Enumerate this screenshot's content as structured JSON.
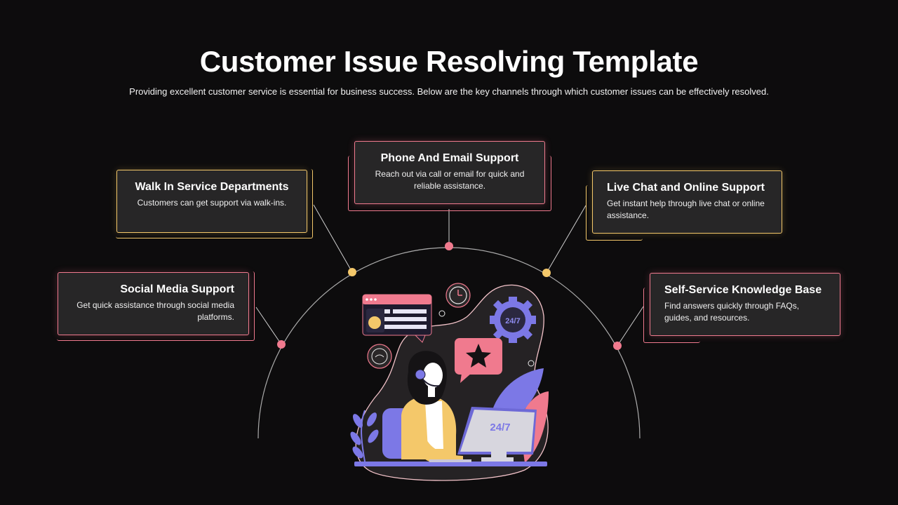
{
  "slide": {
    "title": "Customer Issue Resolving Template",
    "subtitle": "Providing excellent customer service is essential for business success. Below are the key channels through which customer issues can be effectively resolved."
  },
  "channels": [
    {
      "title": "Social Media Support",
      "description": "Get quick assistance through social media platforms."
    },
    {
      "title": "Walk In Service Departments",
      "description": "Customers can get support via walk-ins."
    },
    {
      "title": "Phone And Email Support",
      "description": "Reach out via call or email for quick and reliable assistance."
    },
    {
      "title": "Live Chat and Online Support",
      "description": "Get instant help through live chat or online assistance."
    },
    {
      "title": "Self-Service Knowledge Base",
      "description": "Find answers quickly through FAQs, guides, and resources."
    }
  ],
  "illustration": {
    "monitor_text": "24/7",
    "gear_text": "24/7"
  },
  "colors": {
    "background": "#0d0c0d",
    "pink": "#f07a8e",
    "gold": "#f4c86a",
    "card": "#272627",
    "purple": "#7c78e6"
  }
}
